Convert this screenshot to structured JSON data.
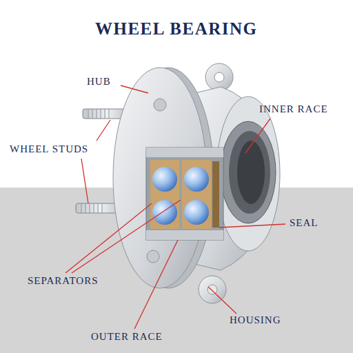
{
  "diagram": {
    "title": "WHEEL BEARING",
    "labels": [
      "HUB",
      "WHEEL STUDS",
      "INNER RACE",
      "SEAL",
      "SEPARATORS",
      "HOUSING",
      "OUTER RACE"
    ]
  }
}
